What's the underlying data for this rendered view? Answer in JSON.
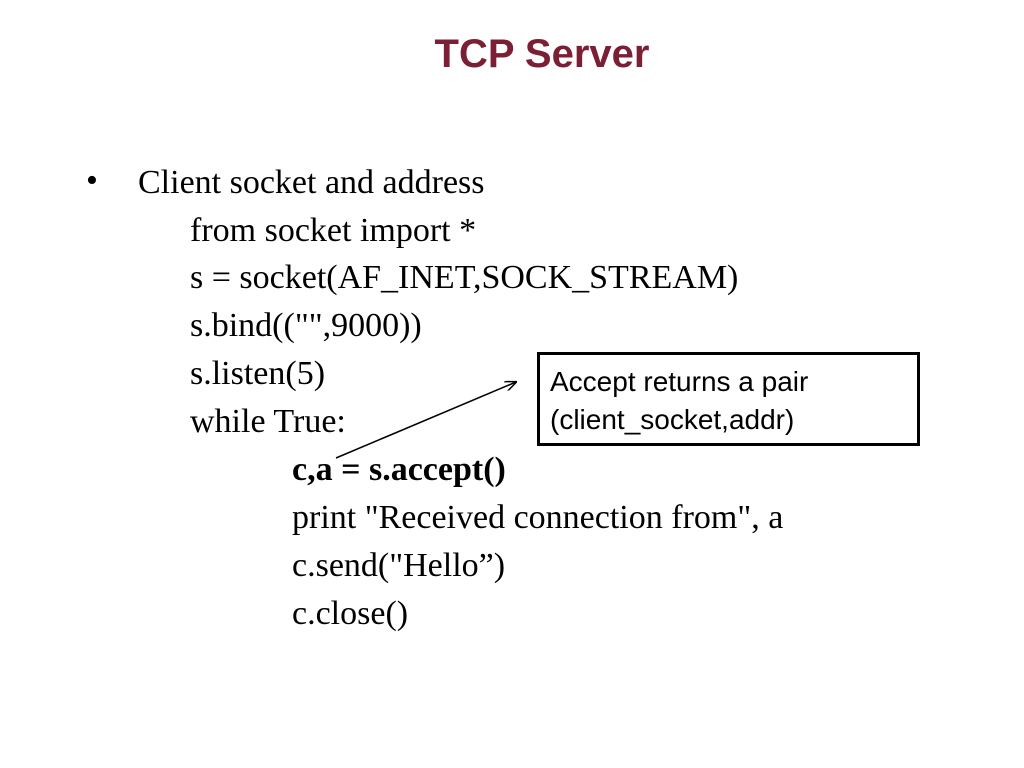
{
  "slide": {
    "title": "TCP Server",
    "bullet_symbol": "•",
    "bullet_text": "Client socket and address",
    "code_lines": [
      "from socket import *",
      "s = socket(AF_INET,SOCK_STREAM)",
      "s.bind((\"\",9000))",
      "s.listen(5)",
      "while True:",
      "c,a = s.accept()",
      "print \"Received connection from\", a",
      "c.send(\"Hello”)",
      "c.close()"
    ],
    "callout": {
      "line1": "Accept returns a pair",
      "line2": "(client_socket,addr)"
    }
  }
}
